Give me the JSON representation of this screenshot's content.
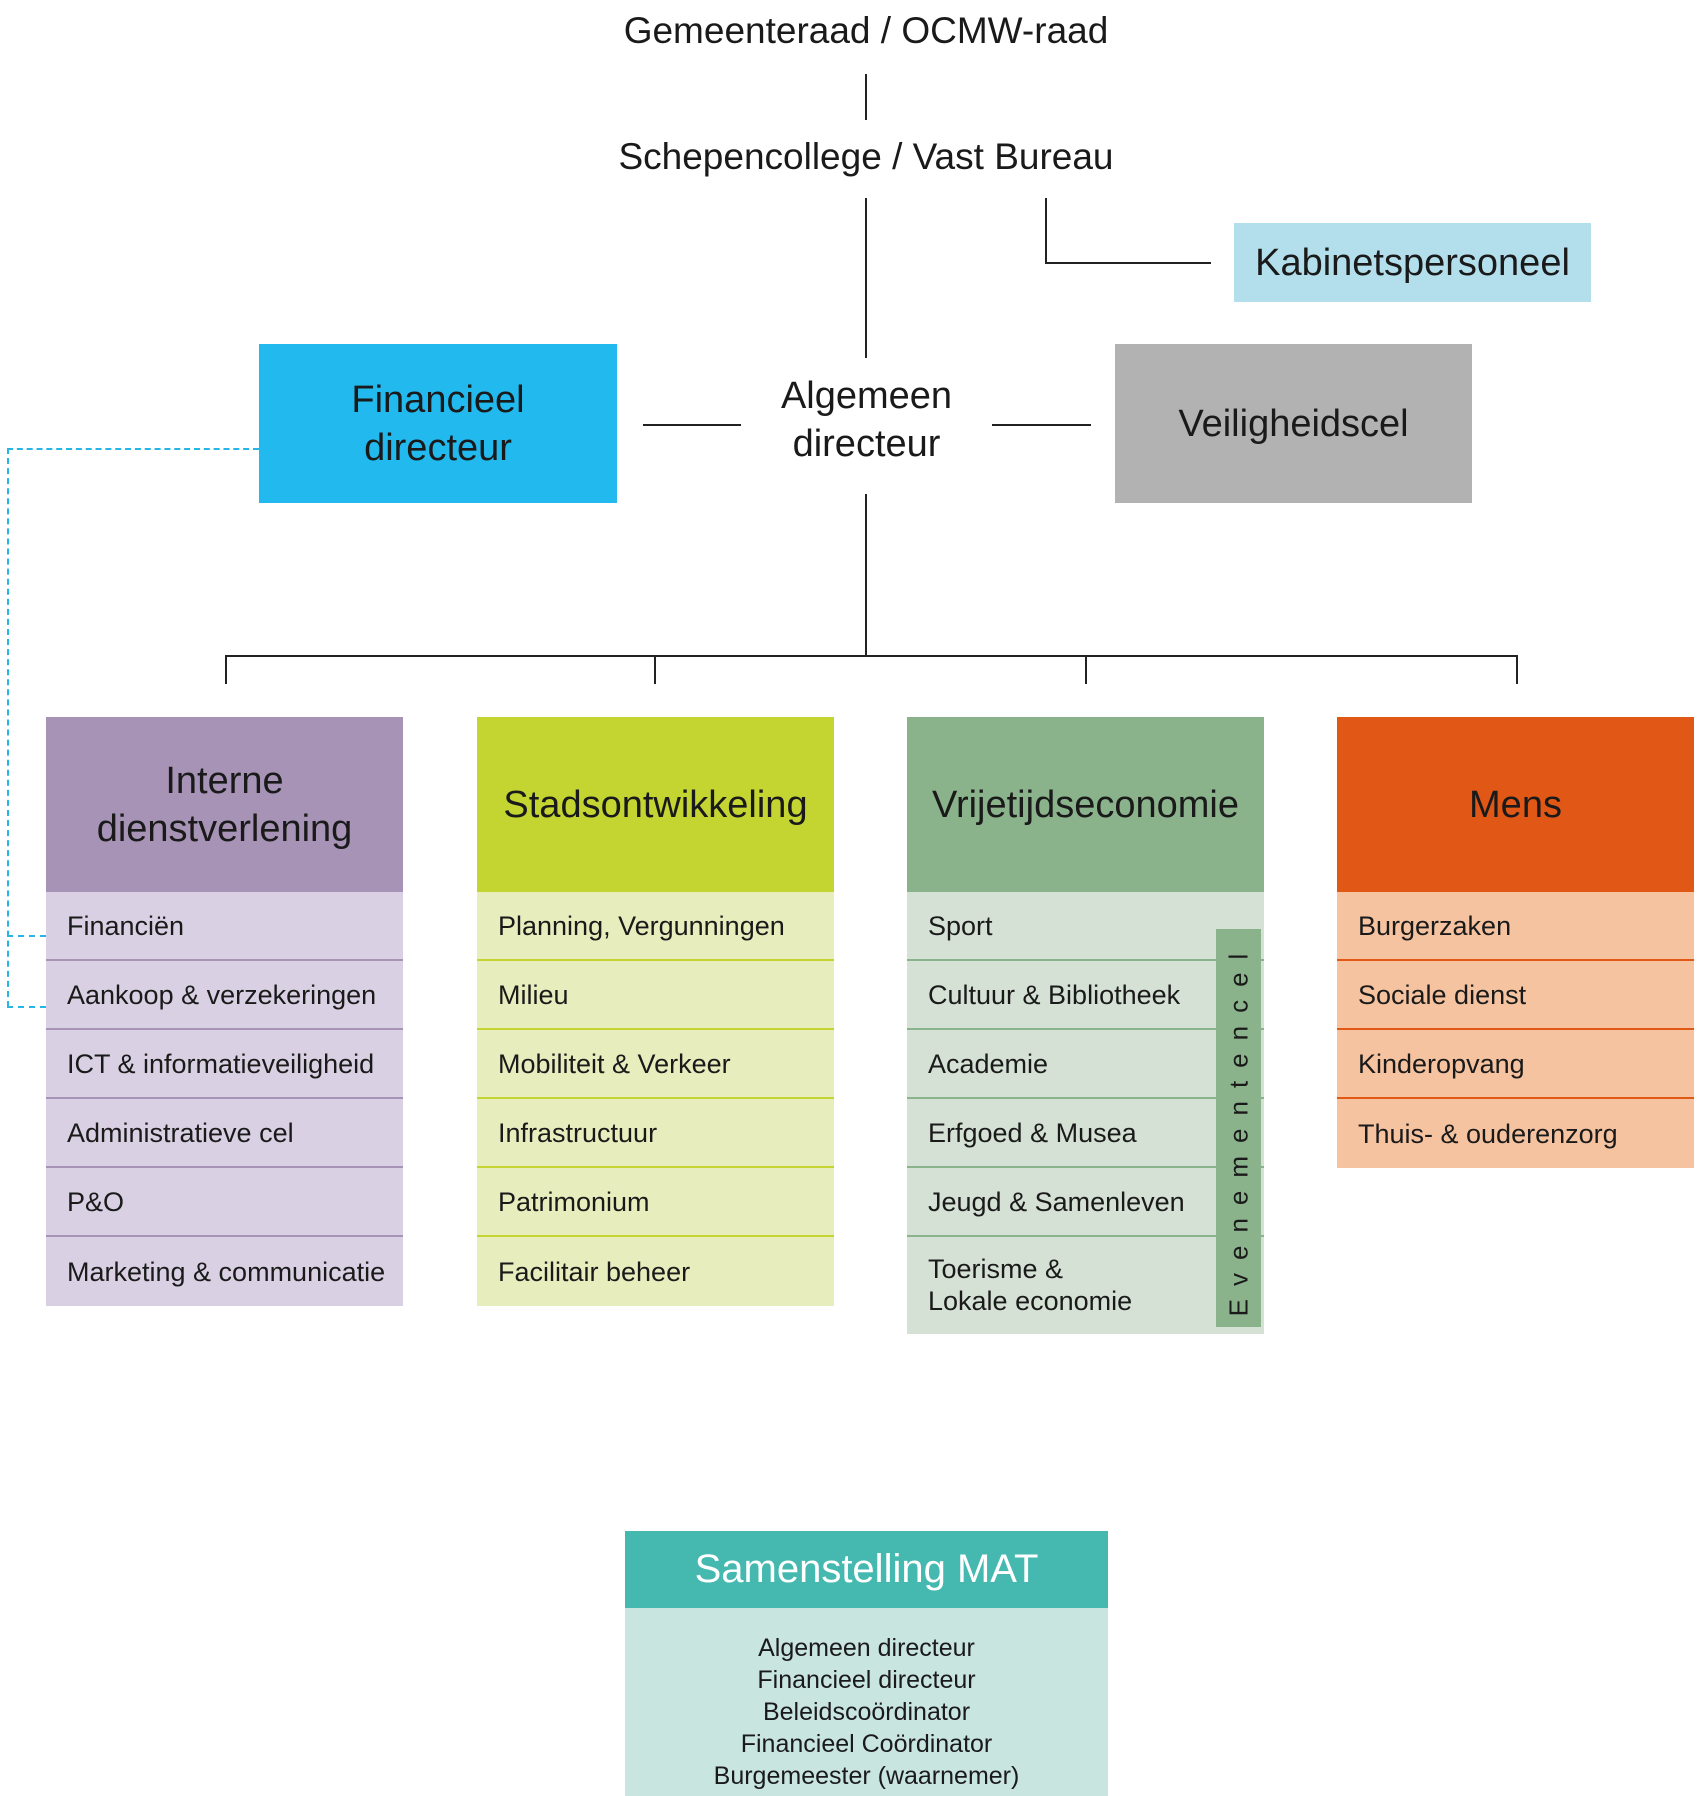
{
  "top": {
    "council": "Gemeenteraad / OCMW-raad",
    "college": "Schepencollege / Vast Bureau"
  },
  "cabinet": {
    "label": "Kabinetspersoneel",
    "color": "#b3dfec"
  },
  "financial_director": {
    "line1": "Financieel",
    "line2": "directeur",
    "color": "#22baee"
  },
  "general_director": {
    "line1": "Algemeen",
    "line2": "directeur"
  },
  "security_cell": {
    "label": "Veiligheidscel",
    "color": "#b3b2b3"
  },
  "departments": [
    {
      "title_line1": "Interne",
      "title_line2": "dienstverlening",
      "head_color": "#a693b5",
      "body_color": "#d9d1e3",
      "divider_color": "#a693b5",
      "items": [
        "Financiën",
        "Aankoop & verzekeringen",
        "ICT & informatieveiligheid",
        "Administratieve cel",
        "P&O",
        "Marketing & communicatie"
      ]
    },
    {
      "title_line1": "Stadsontwikkeling",
      "title_line2": "",
      "head_color": "#c4d532",
      "body_color": "#e8edbd",
      "divider_color": "#c4d532",
      "items": [
        "Planning, Vergunningen",
        "Milieu",
        "Mobiliteit & Verkeer",
        "Infrastructuur",
        "Patrimonium",
        "Facilitair beheer"
      ]
    },
    {
      "title_line1": "Vrijetijdseconomie",
      "title_line2": "",
      "head_color": "#8ab38c",
      "body_color": "#d5e1d5",
      "divider_color": "#8ab38c",
      "items": [
        "Sport",
        "Cultuur & Bibliotheek",
        "Academie",
        "Erfgoed & Musea",
        "Jeugd & Samenleven",
        "Toerisme &\nLokale economie"
      ],
      "side_label": "Evenementencel"
    },
    {
      "title_line1": "Mens",
      "title_line2": "",
      "head_color": "#e05716",
      "body_color": "#f5c3a0",
      "divider_color": "#e05716",
      "items": [
        "Burgerzaken",
        "Sociale dienst",
        "Kinderopvang",
        "Thuis- & ouderenzorg"
      ]
    }
  ],
  "mat": {
    "title": "Samenstelling MAT",
    "members": [
      "Algemeen directeur",
      "Financieel directeur",
      "Beleidscoördinator",
      "Financieel Coördinator",
      "Burgemeester (waarnemer)"
    ]
  }
}
